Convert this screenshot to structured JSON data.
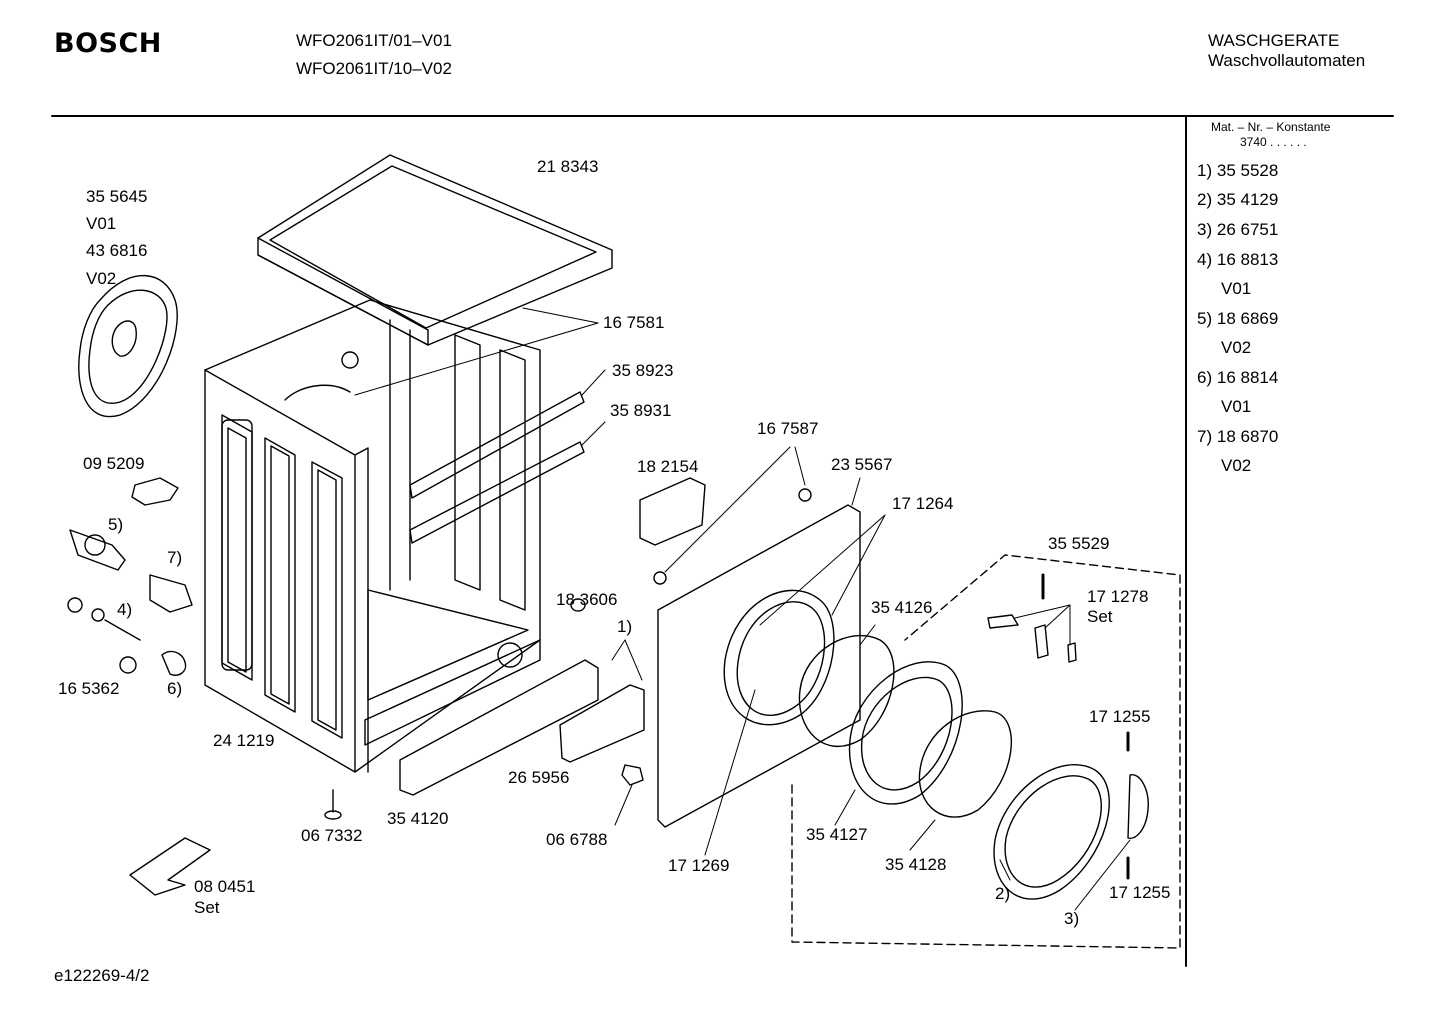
{
  "header": {
    "brand": "BOSCH",
    "model_1": "WFO2061IT/01–V01",
    "model_2": "WFO2061IT/10–V02",
    "category_1": "WASCHGERATE",
    "category_2": "Waschvollautomaten"
  },
  "legend": {
    "title": "Mat. – Nr. – Konstante",
    "constant": "3740 . . . . . .",
    "items": [
      {
        "n": "1)",
        "part": "35 5528"
      },
      {
        "n": "2)",
        "part": "35 4129"
      },
      {
        "n": "3)",
        "part": "26 6751"
      },
      {
        "n": "4)",
        "part": "16 8813"
      },
      {
        "n": "",
        "part": "V01"
      },
      {
        "n": "5)",
        "part": "18 6869"
      },
      {
        "n": "",
        "part": "V02"
      },
      {
        "n": "6)",
        "part": "16 8814"
      },
      {
        "n": "",
        "part": "V01"
      },
      {
        "n": "7)",
        "part": "18 6870"
      },
      {
        "n": "",
        "part": "V02"
      }
    ]
  },
  "labels": {
    "p218343": "21 8343",
    "p355645": "35 5645",
    "v01a": "V01",
    "p436816": "43 6816",
    "v02a": "V02",
    "p167581": "16 7581",
    "p358923": "35 8923",
    "p358931": "35 8931",
    "p095209": "09 5209",
    "n5": "5)",
    "n7": "7)",
    "n4": "4)",
    "p165362": "16 5362",
    "n6": "6)",
    "p241219": "24 1219",
    "p167587": "16 7587",
    "p182154": "18 2154",
    "p235567": "23 5567",
    "p171264": "17 1264",
    "p183606": "18 3606",
    "n1": "1)",
    "p355529": "35 5529",
    "p354126": "35 4126",
    "p171278": "17 1278",
    "set1": "Set",
    "p171255a": "17 1255",
    "p265956": "26 5956",
    "p067332": "06 7332",
    "p354120": "35 4120",
    "p066788": "06 6788",
    "p354127": "35 4127",
    "p171269": "17 1269",
    "p354128": "35 4128",
    "n2": "2)",
    "p171255b": "17 1255",
    "n3": "3)",
    "p080451": "08 0451",
    "set2": "Set"
  },
  "footer": {
    "code": "e122269-4/2"
  }
}
